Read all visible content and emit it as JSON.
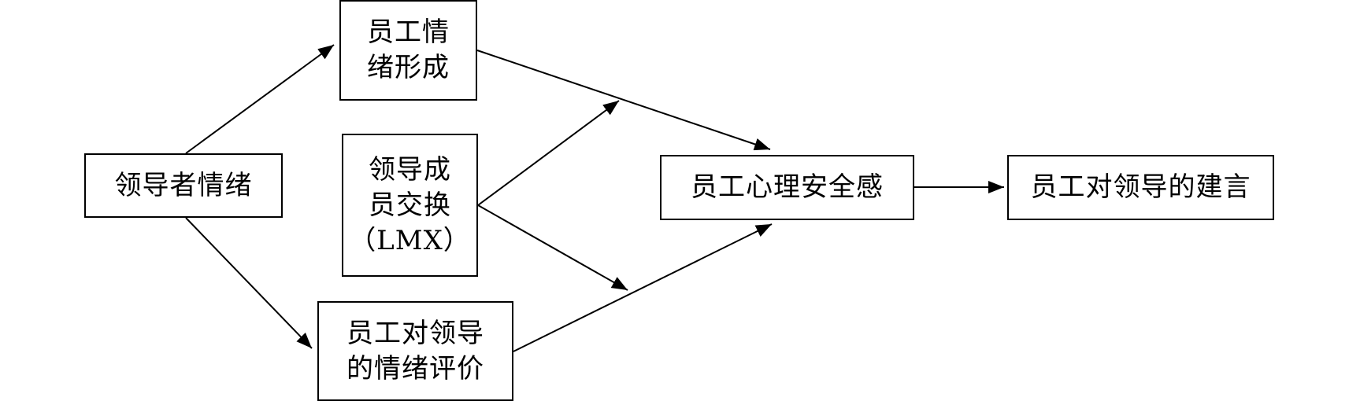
{
  "diagram": {
    "nodes": {
      "leader_emotion": "领导者情绪",
      "employee_emotion_formation": "员工情\n绪形成",
      "lmx": "领导成\n员交换\n（LMX）",
      "employee_emotion_evaluation": "员工对领导\n的情绪评价",
      "psychological_safety": "员工心理安全感",
      "voice_to_leader": "员工对领导的建言"
    },
    "edges": [
      {
        "from": "leader_emotion",
        "to": "employee_emotion_formation"
      },
      {
        "from": "leader_emotion",
        "to": "employee_emotion_evaluation"
      },
      {
        "from": "employee_emotion_formation",
        "to": "psychological_safety"
      },
      {
        "from": "employee_emotion_evaluation",
        "to": "psychological_safety"
      },
      {
        "from": "lmx",
        "to": "edge:employee_emotion_formation->psychological_safety",
        "type": "moderation"
      },
      {
        "from": "lmx",
        "to": "edge:employee_emotion_evaluation->psychological_safety",
        "type": "moderation"
      },
      {
        "from": "psychological_safety",
        "to": "voice_to_leader"
      }
    ],
    "colors": {
      "stroke": "#000000",
      "fill": "#ffffff"
    }
  }
}
